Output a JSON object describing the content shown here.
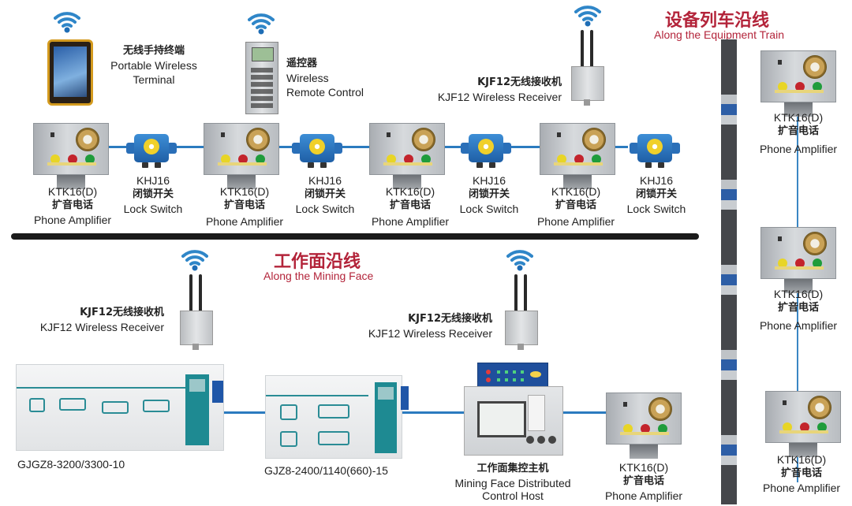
{
  "colors": {
    "title_red": "#b3243a",
    "cable_blue": "#2b7bbf",
    "divider": "#1b1b1b"
  },
  "sections": {
    "equipment_train": {
      "title_cn": "设备列车沿线",
      "title_en": "Along the Equipment Train"
    },
    "mining_face": {
      "title_cn": "工作面沿线",
      "title_en": "Along the Mining Face"
    }
  },
  "top_devices": {
    "terminal": {
      "cn": "无线手持终端",
      "en1": "Portable Wireless",
      "en2": "Terminal",
      "icon": "wifi-icon"
    },
    "remote": {
      "cn": "遥控器",
      "en1": "Wireless",
      "en2": "Remote Control",
      "icon": "wifi-icon"
    },
    "receiver": {
      "cn": "KJF12无线接收机",
      "en": "KJF12 Wireless Receiver",
      "icon": "wifi-icon"
    }
  },
  "chain": {
    "amplifiers": [
      {
        "model": "KTK16(D)",
        "cn": "扩音电话",
        "en": "Phone Amplifier"
      },
      {
        "model": "KTK16(D)",
        "cn": "扩音电话",
        "en": "Phone Amplifier"
      },
      {
        "model": "KTK16(D)",
        "cn": "扩音电话",
        "en": "Phone Amplifier"
      },
      {
        "model": "KTK16(D)",
        "cn": "扩音电话",
        "en": "Phone Amplifier"
      }
    ],
    "switches": [
      {
        "model": "KHJ16",
        "cn": "闭锁开关",
        "en": "Lock Switch"
      },
      {
        "model": "KHJ16",
        "cn": "闭锁开关",
        "en": "Lock Switch"
      },
      {
        "model": "KHJ16",
        "cn": "闭锁开关",
        "en": "Lock Switch"
      },
      {
        "model": "KHJ16",
        "cn": "闭锁开关",
        "en": "Lock Switch"
      }
    ]
  },
  "mining_face": {
    "receiver_left": {
      "cn": "KJF12无线接收机",
      "en": "KJF12 Wireless Receiver"
    },
    "receiver_right": {
      "cn": "KJF12无线接收机",
      "en": "KJF12 Wireless Receiver"
    },
    "switchgear_1": {
      "model": "GJGZ8-3200/3300-10"
    },
    "switchgear_2": {
      "model": "GJZ8-2400/1140(660)-15"
    },
    "host": {
      "cn": "工作面集控主机",
      "en1": "Mining Face Distributed",
      "en2": "Control Host"
    },
    "amplifier": {
      "model": "KTK16(D)",
      "cn": "扩音电话",
      "en": "Phone Amplifier"
    }
  },
  "train_amplifiers": [
    {
      "model": "KTK16(D)",
      "cn": "扩音电话",
      "en": "Phone Amplifier"
    },
    {
      "model": "KTK16(D)",
      "cn": "扩音电话",
      "en": "Phone Amplifier"
    },
    {
      "model": "KTK16(D)",
      "cn": "扩音电话",
      "en": "Phone Amplifier"
    }
  ]
}
